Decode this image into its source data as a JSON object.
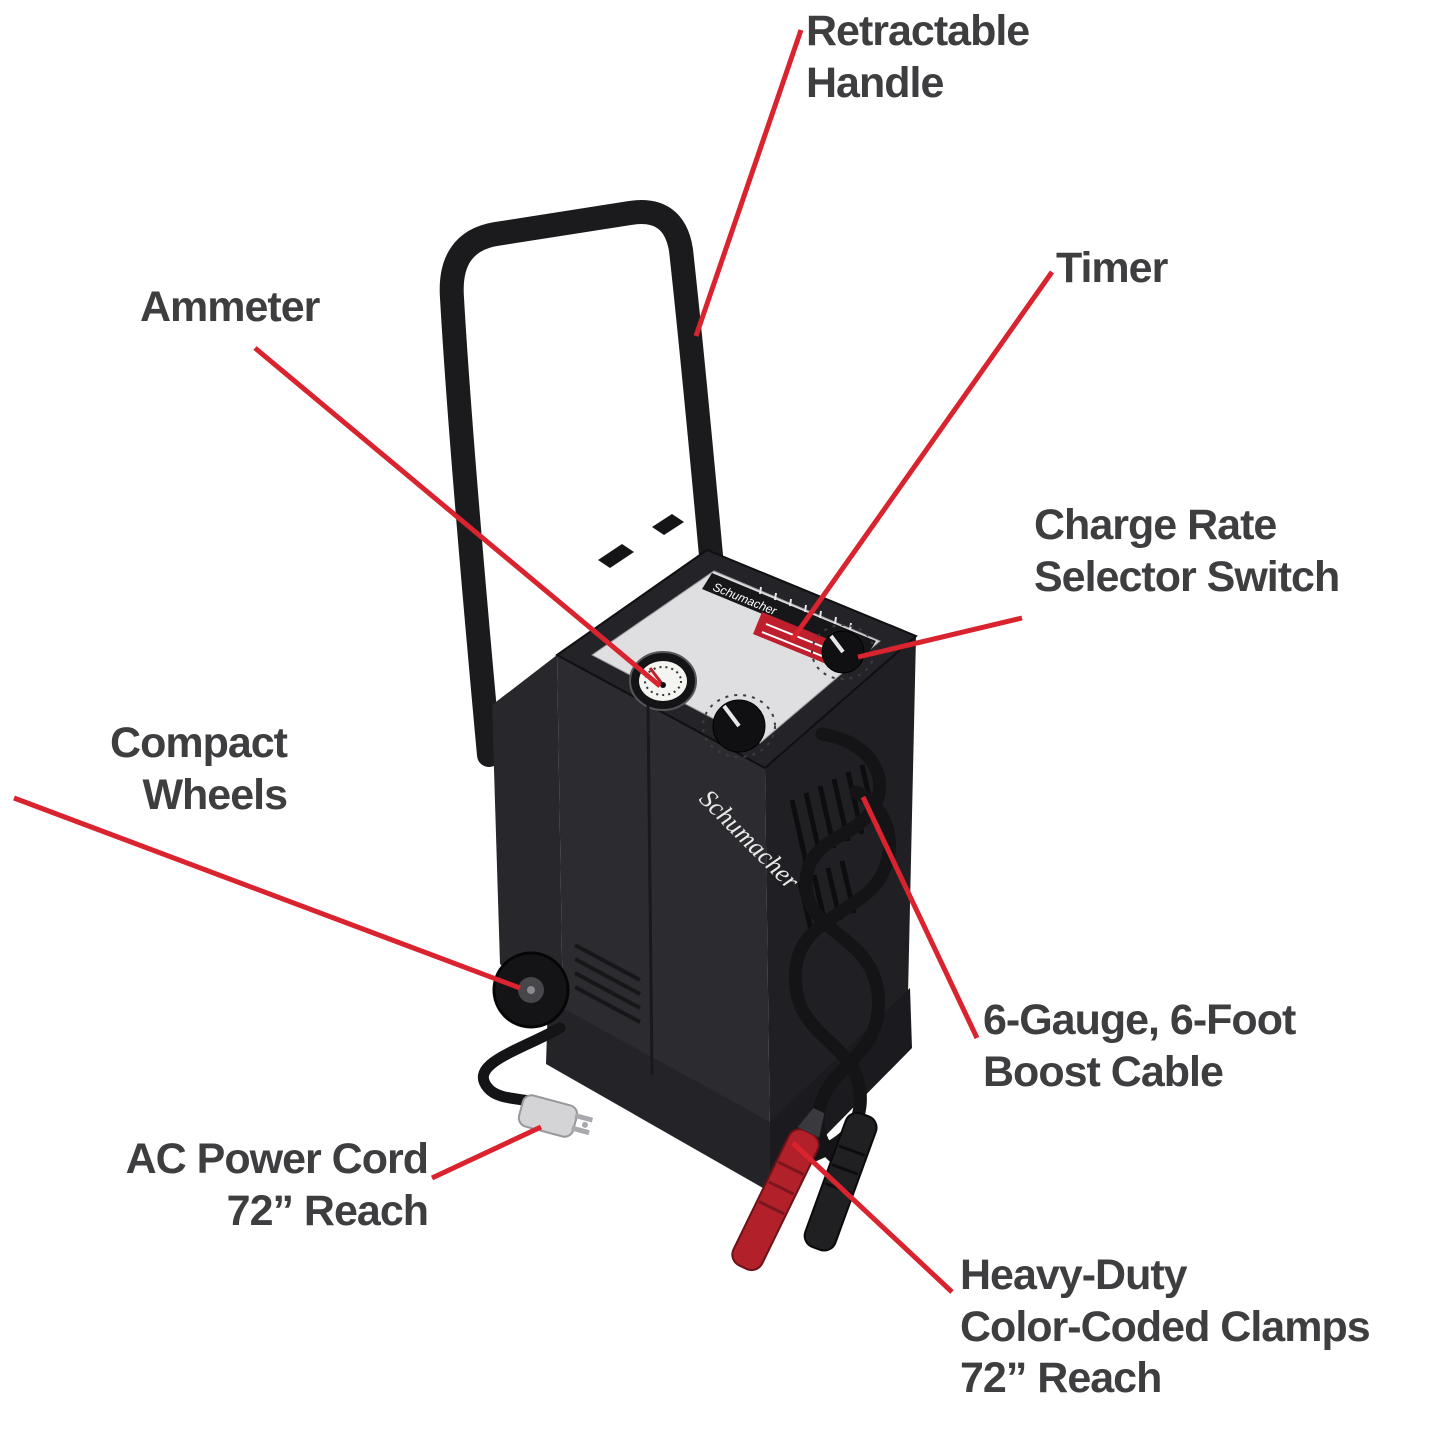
{
  "product": {
    "brand": "Schumacher"
  },
  "callouts": {
    "retractable_handle": "Retractable\nHandle",
    "timer": "Timer",
    "ammeter": "Ammeter",
    "charge_rate_selector": "Charge Rate\nSelector Switch",
    "compact_wheels": "Compact\nWheels",
    "boost_cable": "6-Gauge, 6-Foot\nBoost Cable",
    "ac_power_cord": "AC Power Cord\n72” Reach",
    "clamps": "Heavy-Duty\nColor-Coded Clamps\n72” Reach"
  },
  "colors": {
    "callout_line": "#d9232e",
    "label_text": "#3e3e40",
    "accent_red": "#bf1e2c",
    "body_black": "#232328"
  }
}
